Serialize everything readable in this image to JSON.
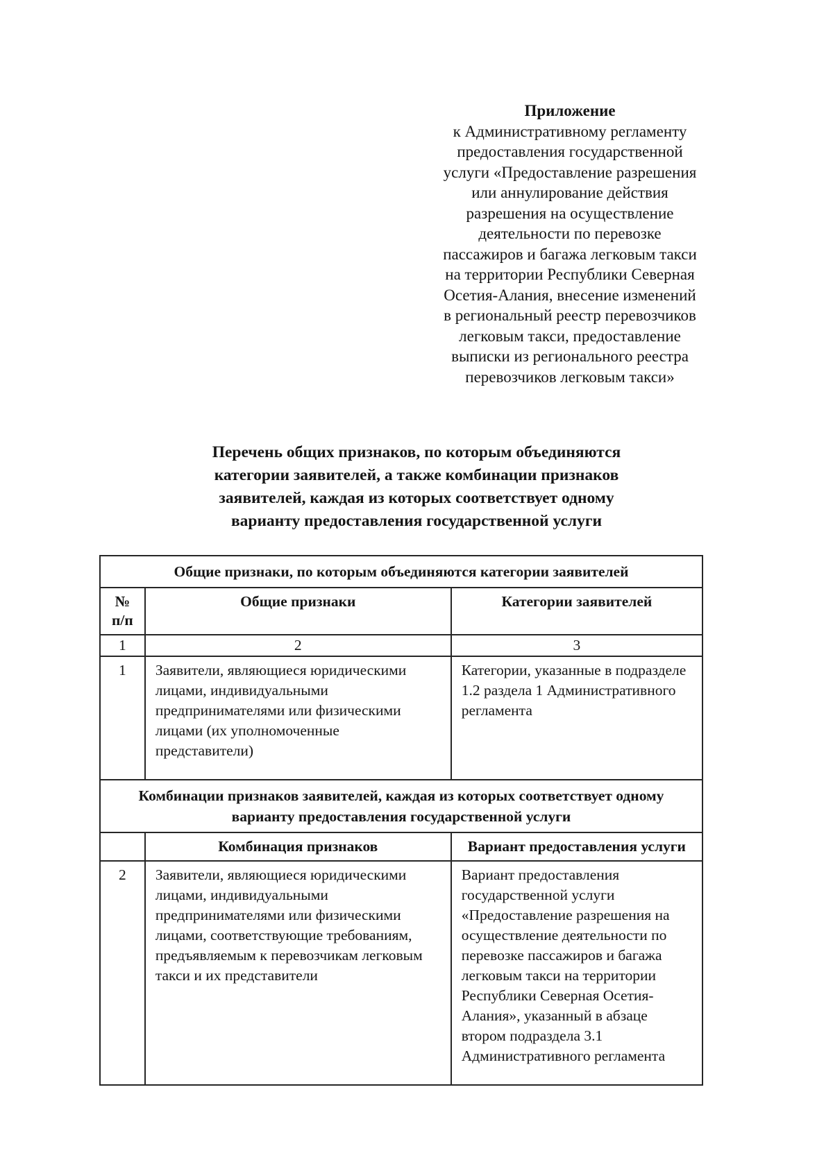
{
  "appendix": {
    "title": "Приложение",
    "text": "к Административному регламенту\nпредоставления государственной\nуслуги «Предоставление разрешения\nили аннулирование действия\nразрешения на осуществление\nдеятельности по перевозке\nпассажиров и багажа легковым такси\nна территории Республики Северная\nОсетия-Алания, внесение изменений\nв региональный реестр перевозчиков\nлегковым такси, предоставление\nвыписки из регионального реестра\nперевозчиков легковым такси»"
  },
  "main_title": "Перечень общих признаков, по которым объединяются\nкатегории заявителей, а также комбинации признаков\nзаявителей, каждая из которых соответствует одному\nварианту предоставления государственной услуги",
  "table": {
    "section1_title": "Общие признаки, по которым объединяются категории заявителей",
    "columns1": {
      "num": "№\nп/п",
      "signs": "Общие признаки",
      "categories": "Категории заявителей"
    },
    "col_numbers": [
      "1",
      "2",
      "3"
    ],
    "section2_title": "Комбинации признаков заявителей, каждая из которых соответствует одному\nварианту предоставления государственной услуги",
    "columns2": {
      "combination": "Комбинация признаков",
      "variant": "Вариант предоставления услуги"
    },
    "rows": [
      {
        "num": "1",
        "col2": "Заявители, являющиеся юридическими лицами, индивидуальными предпринимателями или физическими лицами (их уполномоченные представители)",
        "col3": "Категории, указанные в подразделе 1.2 раздела 1 Административного регламента"
      },
      {
        "num": "2",
        "col2": "Заявители, являющиеся юридическими лицами, индивидуальными предпринимателями или физическими лицами, соответствующие требованиям, предъявляемым к перевозчикам легковым такси и их представители",
        "col3": "Вариант предоставления государственной услуги «Предоставление разрешения на осуществление деятельности по перевозке пассажиров и багажа легковым такси на территории Республики Северная Осетия-Алания», указанный в абзаце втором подраздела 3.1 Административного регламента"
      }
    ]
  }
}
